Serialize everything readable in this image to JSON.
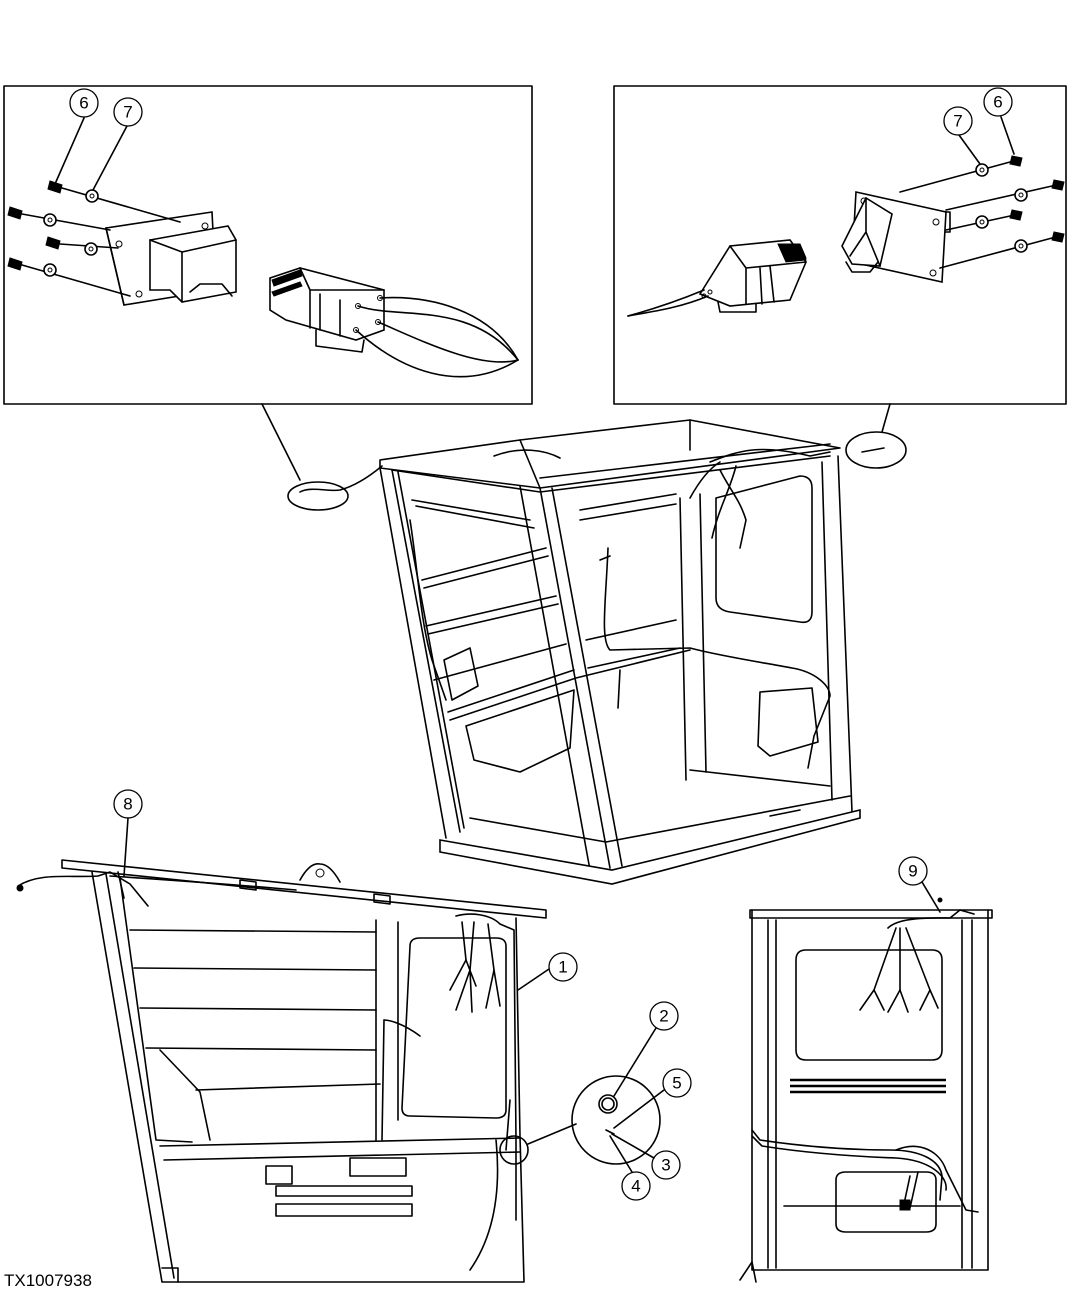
{
  "figure_id": "TX1007938",
  "callouts": {
    "left_inset_6": "6",
    "left_inset_7": "7",
    "right_inset_7": "7",
    "right_inset_6": "6",
    "c1": "1",
    "c2": "2",
    "c3": "3",
    "c4": "4",
    "c5": "5",
    "c8": "8",
    "c9": "9"
  }
}
